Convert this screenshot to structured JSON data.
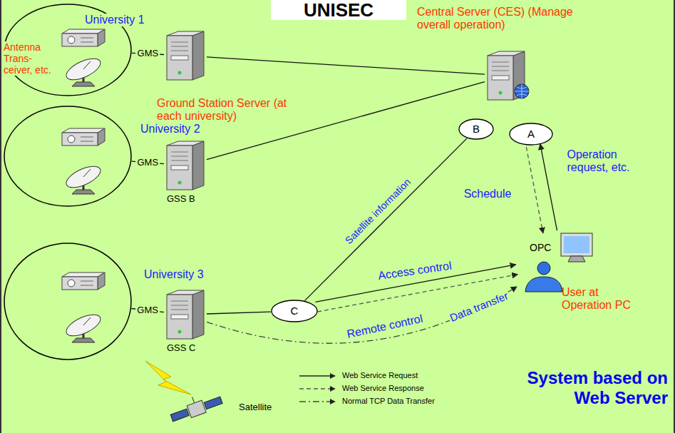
{
  "diagram": {
    "title": "UNISEC",
    "nodes": [
      {
        "text": [
          "University 1"
        ]
      },
      {
        "text": [
          "Ground Station Server (at each university)"
        ]
      },
      {
        "text": [
          "Central Server (CES) (Manage overall operation)"
        ]
      },
      {
        "text": [
          "B"
        ]
      },
      {
        "text": [
          "A"
        ]
      },
      {
        "text": [
          "University 2"
        ]
      },
      {
        "text": [
          "GSS B"
        ]
      },
      {
        "text": [
          "University 3"
        ]
      },
      {
        "text": [
          "GSS C"
        ]
      },
      {
        "text": [
          "C"
        ]
      },
      {
        "text": [
          "OPC",
          "User at Operation PC"
        ]
      },
      {
        "text": [
          "Satellite"
        ]
      }
    ],
    "edges": [
      {
        "from": 0,
        "to": 1,
        "arrow": "none",
        "label": "GMS"
      },
      {
        "from": 1,
        "to": 2,
        "arrow": "none"
      },
      {
        "from": 5,
        "to": 6,
        "arrow": "none",
        "label": "GMS"
      },
      {
        "from": 6,
        "to": 2,
        "arrow": "none"
      },
      {
        "from": 7,
        "to": 8,
        "arrow": "none",
        "label": "GMS"
      },
      {
        "from": 9,
        "to": 3,
        "arrow": "none",
        "label": "Satellite information"
      },
      {
        "from": 4,
        "to": 10,
        "arrow": "to",
        "label": "Schedule"
      },
      {
        "from": 10,
        "to": 4,
        "arrow": "to",
        "label": "Operation request, etc."
      },
      {
        "from": 9,
        "to": 10,
        "arrow": "to",
        "label": "Access control"
      },
      {
        "from": 9,
        "to": 10,
        "arrow": "to",
        "label": "Remote control"
      },
      {
        "from": 8,
        "to": 10,
        "arrow": "to",
        "label": "Data transfer"
      },
      {
        "from": 8,
        "to": 9,
        "arrow": "none"
      }
    ],
    "labels": [
      "Antenna Trans- ceiver, etc.",
      "System based on Web Server"
    ],
    "legend": [
      {
        "text": "Web Service Request"
      },
      {
        "text": "Web Service Response"
      },
      {
        "text": "Normal TCP Data Transfer"
      }
    ]
  }
}
